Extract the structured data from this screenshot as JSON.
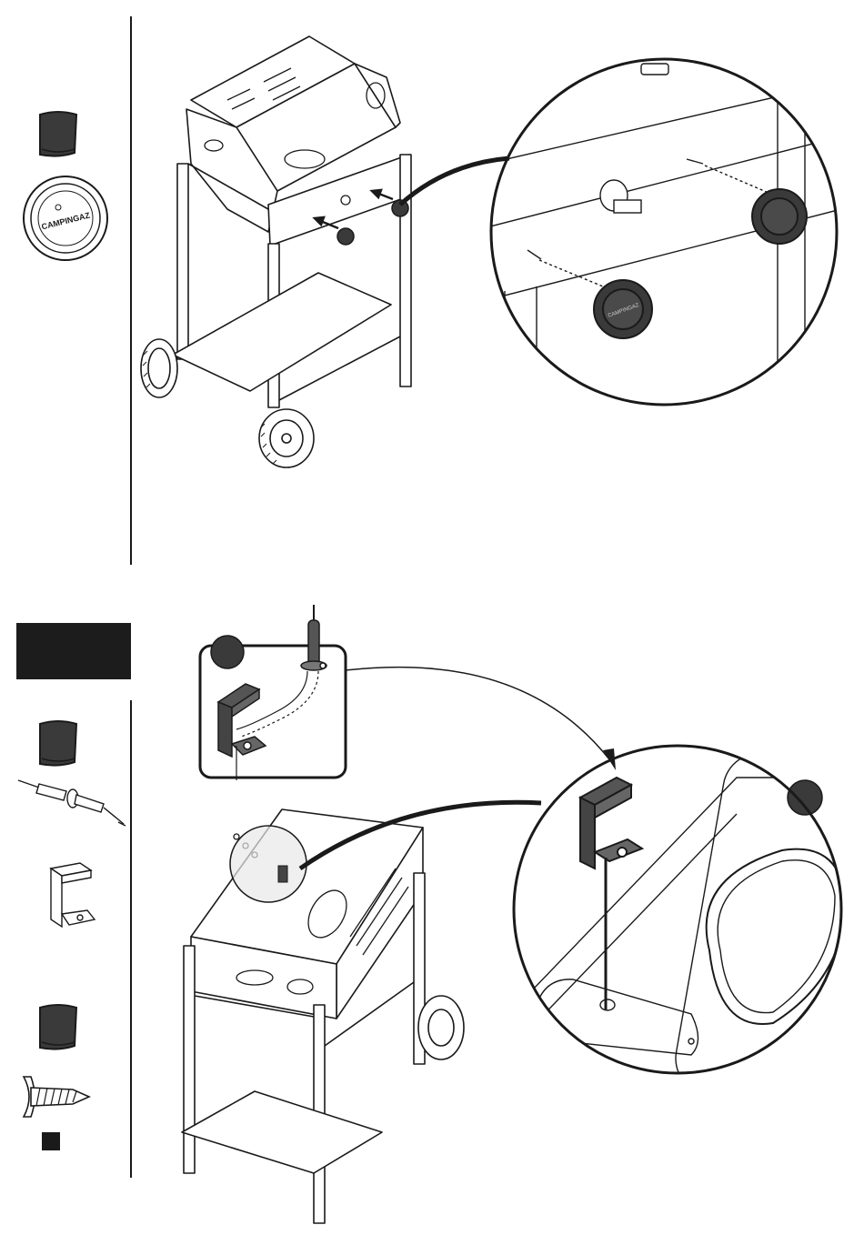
{
  "page": {
    "background": "#ffffff",
    "ink": "#1a1a1a",
    "step_block_color": "#1c1c1c",
    "part_gray": "#3a3a3a"
  },
  "step_top": {
    "parts_column": {
      "icons": [
        "glove-icon",
        "control-knob-icon"
      ],
      "knob_logo_text": "CAMPINGAZ"
    },
    "zoom_knob_logo_text": "CAMPINGAZ"
  },
  "step_bottom": {
    "step_label_block": {
      "text": ""
    },
    "parts_column": {
      "icons": [
        "glove-icon",
        "igniter-electrode-icon",
        "electrode-bracket-icon",
        "glove-icon",
        "screw-icon",
        "quantity-square-icon"
      ]
    },
    "callout_badges": [
      "callout-badge-inset",
      "callout-badge-zoom"
    ]
  }
}
